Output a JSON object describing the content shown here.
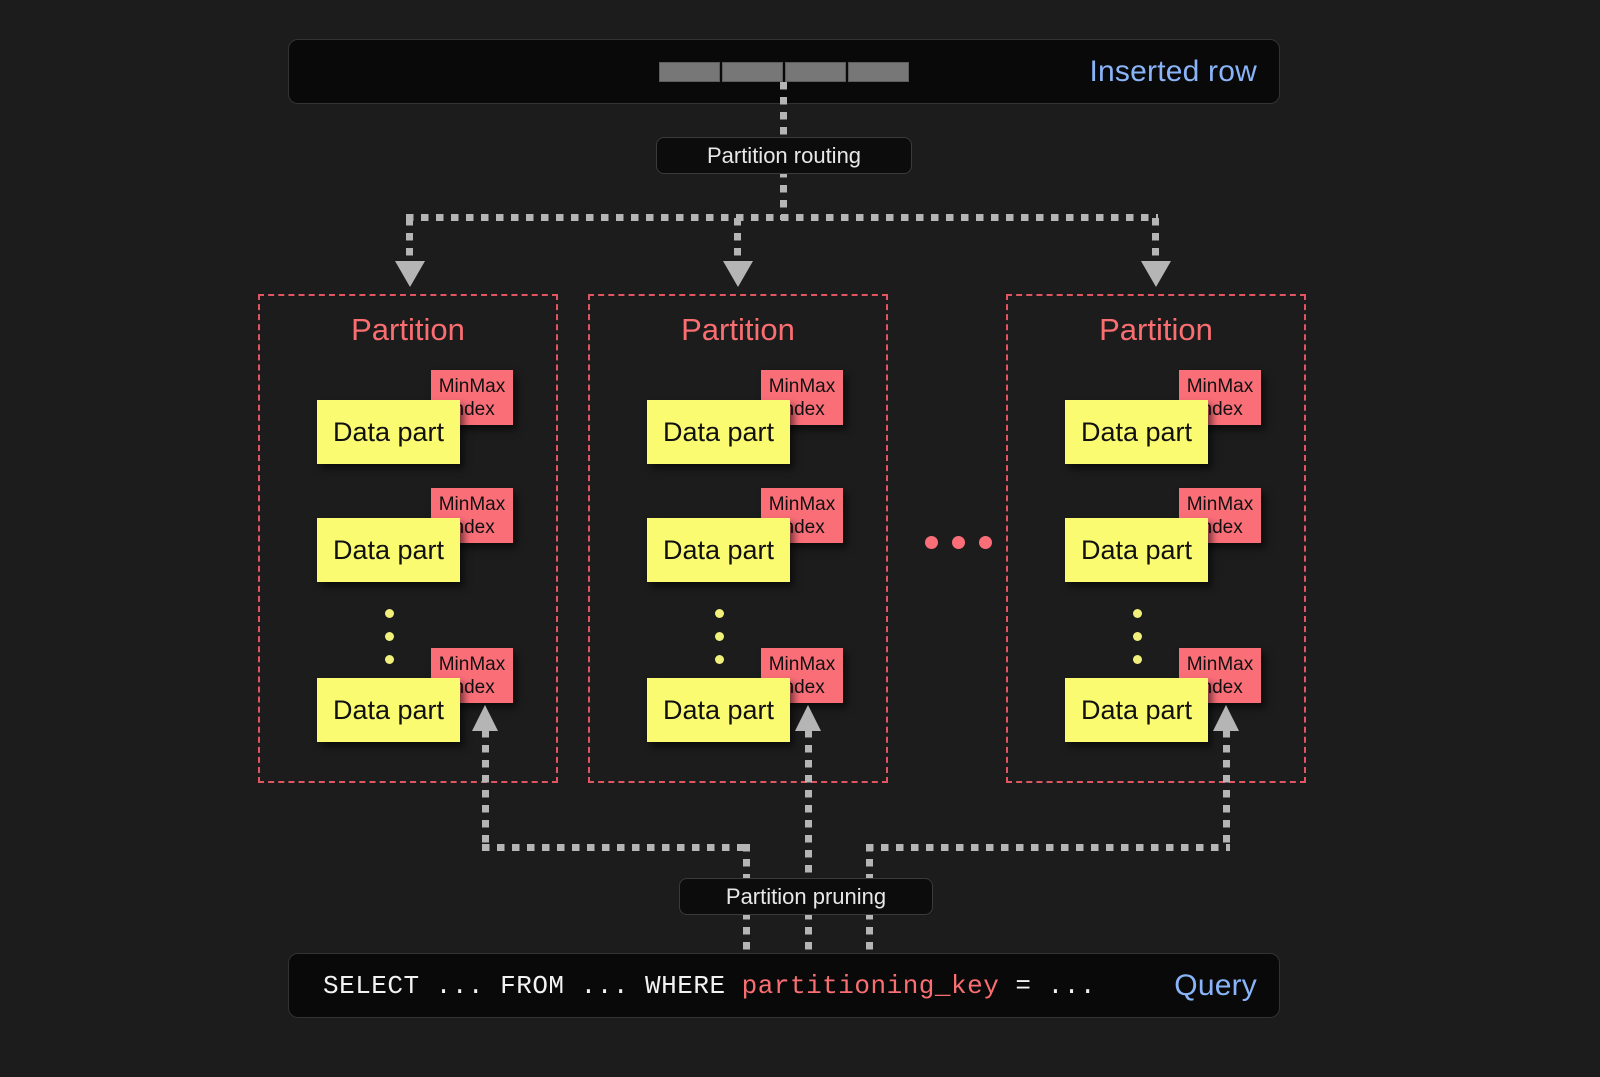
{
  "background_color": "#1c1c1c",
  "accent_colors": {
    "blue_label": "#8ab4f8",
    "partition_red": "#fa6e72",
    "minmax_pink": "#fa6e78",
    "data_part_yellow": "#fbfb72",
    "connector_gray": "#b5b5b5"
  },
  "top_bar": {
    "label": "Inserted row",
    "cells": [
      "",
      "",
      "",
      ""
    ]
  },
  "routing": {
    "label": "Partition routing"
  },
  "pruning": {
    "label": "Partition pruning"
  },
  "query_bar": {
    "label": "Query",
    "prefix": "SELECT ... FROM ... WHERE ",
    "highlight": "partitioning_key",
    "suffix": " = ..."
  },
  "partition_title": "Partition",
  "data_part_label": "Data part",
  "minmax_label_line1": "MinMax",
  "minmax_label_line2": "index",
  "partitions": [
    {
      "title": "Partition",
      "parts": [
        "Data part",
        "Data part",
        "Data part"
      ]
    },
    {
      "title": "Partition",
      "parts": [
        "Data part",
        "Data part",
        "Data part"
      ]
    },
    {
      "title": "Partition",
      "parts": [
        "Data part",
        "Data part",
        "Data part"
      ]
    }
  ],
  "ellipsis": {
    "horizontal_dots": 3,
    "vertical_dots": 3
  }
}
